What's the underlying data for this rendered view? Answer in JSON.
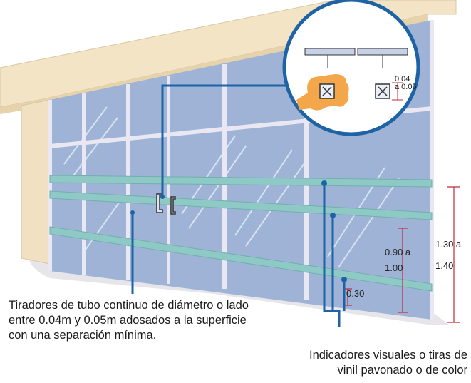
{
  "captions": {
    "handles": [
      "Tiradores de tubo continuo de diámetro o lado",
      "entre 0.04m  y 0.05m  adosados  a la superficie",
      "con una separación mínima."
    ],
    "indicators": [
      "Indicadores visuales o tiras de",
      "vinil pavonado o de color"
    ]
  },
  "dimensions": {
    "upper_strip_line1": "1.30 a",
    "upper_strip_line2": "1.40",
    "middle_strip_line1": "0.90 a",
    "middle_strip_line2": "1.00",
    "lower_strip": "0.30",
    "handle_size_line1": "0.04",
    "handle_size_line2": "a 0.05"
  },
  "colors": {
    "glass": "#9fb3d6",
    "glass_light": "#c9d6ec",
    "frame": "#e7e4ee",
    "wall": "#f3e4c6",
    "strip": "#8fc9c6",
    "callout": "#1e63a6",
    "dimension": "#c0283a",
    "hand": "#f3a64a"
  }
}
